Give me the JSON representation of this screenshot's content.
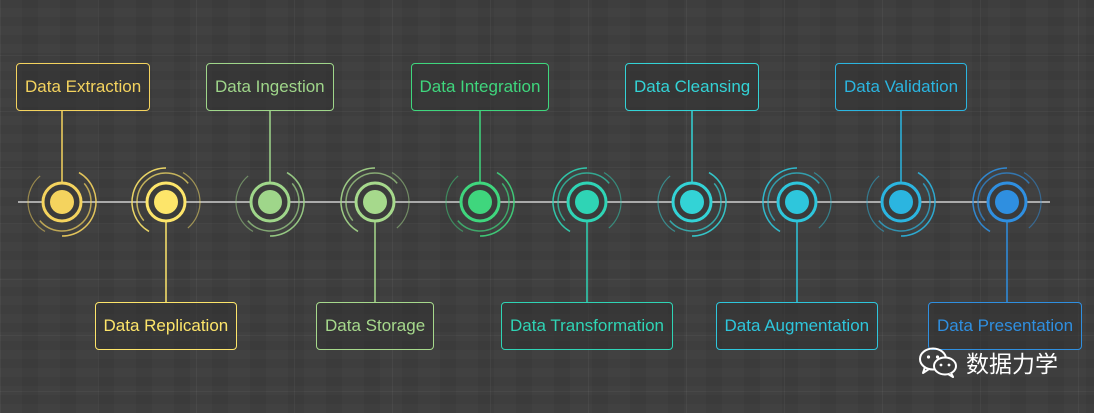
{
  "stages": [
    {
      "label": "Data Extraction",
      "color": "#f4d35e",
      "position": "top"
    },
    {
      "label": "Data Replication",
      "color": "#fde56a",
      "position": "bottom"
    },
    {
      "label": "Data Ingestion",
      "color": "#9fd68a",
      "position": "top"
    },
    {
      "label": "Data Storage",
      "color": "#a6d98c",
      "position": "bottom"
    },
    {
      "label": "Data Integration",
      "color": "#3fd67d",
      "position": "top"
    },
    {
      "label": "Data Transformation",
      "color": "#2fd4b5",
      "position": "bottom"
    },
    {
      "label": "Data Cleansing",
      "color": "#33d3d6",
      "position": "top"
    },
    {
      "label": "Data Augmentation",
      "color": "#2ec6dc",
      "position": "bottom"
    },
    {
      "label": "Data Validation",
      "color": "#2bb5e0",
      "position": "top"
    },
    {
      "label": "Data Presentation",
      "color": "#2f8fe0",
      "position": "bottom"
    }
  ],
  "watermark": {
    "text": "数据力学",
    "icon": "wechat-icon"
  }
}
